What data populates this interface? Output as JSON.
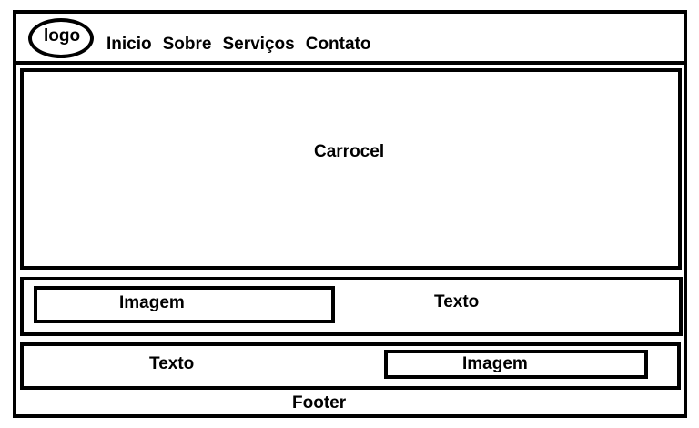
{
  "header": {
    "logo": "logo",
    "nav": [
      "Inicio",
      "Sobre",
      "Serviços",
      "Contato"
    ]
  },
  "carousel": {
    "label": "Carrocel"
  },
  "section1": {
    "image_label": "Imagem",
    "text_label": "Texto"
  },
  "section2": {
    "text_label": "Texto",
    "image_label": "Imagem"
  },
  "footer": {
    "label": "Footer"
  }
}
